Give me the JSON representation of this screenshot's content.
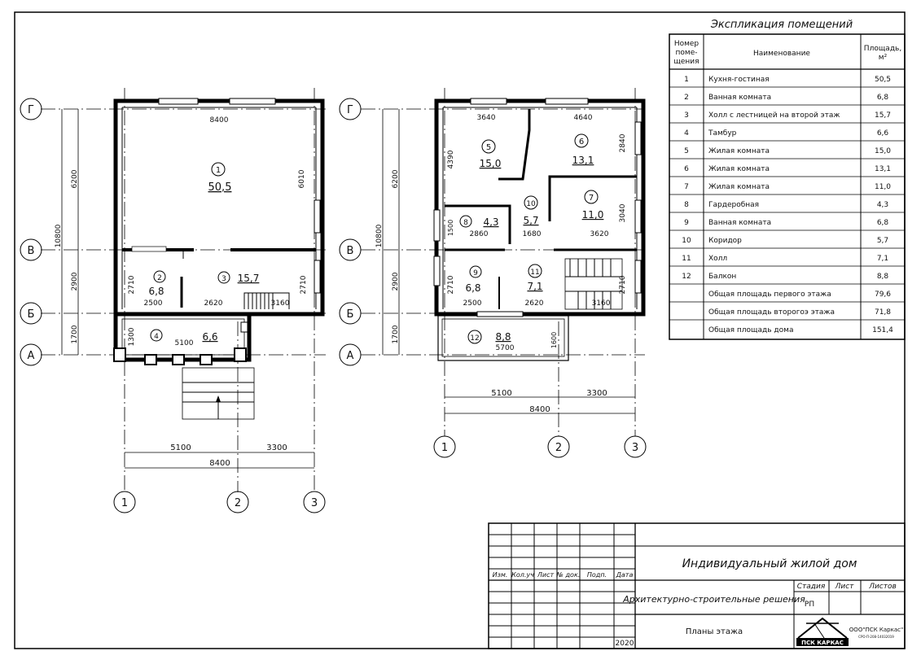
{
  "drawing": {
    "axes_letters": [
      "Г",
      "В",
      "Б",
      "А"
    ],
    "axes_numbers": [
      "1",
      "2",
      "3"
    ]
  },
  "plan1": {
    "rooms": [
      {
        "num": "1",
        "area": "50,5"
      },
      {
        "num": "2",
        "area": "6,8"
      },
      {
        "num": "3",
        "area": "15,7"
      },
      {
        "num": "4",
        "area": "6,6"
      }
    ],
    "dims": {
      "top": "8400",
      "inner_right": "6010",
      "left_inner1": "2710",
      "right_inner1": "2710",
      "w2": "2500",
      "w3": "2620",
      "w3b": "3160",
      "tambur_w": "5100",
      "tambur_h": "1300",
      "left_1": "6200",
      "left_2": "2900",
      "left_3": "1700",
      "left_total": "10800",
      "bottom_1": "5100",
      "bottom_2": "3300",
      "bottom_total": "8400"
    }
  },
  "plan2": {
    "rooms": [
      {
        "num": "5",
        "area": "15,0"
      },
      {
        "num": "6",
        "area": "13,1"
      },
      {
        "num": "7",
        "area": "11,0"
      },
      {
        "num": "8",
        "area": "4,3"
      },
      {
        "num": "9",
        "area": "6,8"
      },
      {
        "num": "10",
        "area": "5,7"
      },
      {
        "num": "11",
        "area": "7,1"
      },
      {
        "num": "12",
        "area": "8,8"
      }
    ],
    "dims": {
      "top_1": "3640",
      "top_2": "4640",
      "r6": "2840",
      "r7": "3040",
      "l5": "4390",
      "l8": "1500",
      "w8": "2860",
      "w10": "1680",
      "w7": "3620",
      "l9": "2710",
      "r11": "2710",
      "w9": "2500",
      "w11": "2620",
      "w11b": "3160",
      "balc_w": "5700",
      "balc_h": "1600",
      "left_1": "6200",
      "left_2": "2900",
      "left_3": "1700",
      "left_total": "10800",
      "bottom_1": "5100",
      "bottom_2": "3300",
      "bottom_total": "8400"
    }
  },
  "table": {
    "title": "Экспликация помещений",
    "headers": [
      "Номер поме- щения",
      "Наименование",
      "Площадь, м²"
    ],
    "rows": [
      {
        "num": "1",
        "name": "Кухня-гостиная",
        "area": "50,5"
      },
      {
        "num": "2",
        "name": "Ванная комната",
        "area": "6,8"
      },
      {
        "num": "3",
        "name": "Холл с лестницей на второй этаж",
        "area": "15,7"
      },
      {
        "num": "4",
        "name": "Тамбур",
        "area": "6,6"
      },
      {
        "num": "5",
        "name": "Жилая комната",
        "area": "15,0"
      },
      {
        "num": "6",
        "name": "Жилая комната",
        "area": "13,1"
      },
      {
        "num": "7",
        "name": "Жилая комната",
        "area": "11,0"
      },
      {
        "num": "8",
        "name": "Гардеробная",
        "area": "4,3"
      },
      {
        "num": "9",
        "name": "Ванная комната",
        "area": "6,8"
      },
      {
        "num": "10",
        "name": "Коридор",
        "area": "5,7"
      },
      {
        "num": "11",
        "name": "Холл",
        "area": "7,1"
      },
      {
        "num": "12",
        "name": "Балкон",
        "area": "8,8"
      },
      {
        "num": "",
        "name": "Общая площадь первого этажа",
        "area": "79,6"
      },
      {
        "num": "",
        "name": "Общая площадь второгоэ этажа",
        "area": "71,8"
      },
      {
        "num": "",
        "name": "Общая площадь дома",
        "area": "151,4"
      }
    ]
  },
  "stamp": {
    "cols": [
      "Изм.",
      "Кол.уч",
      "Лист",
      "№ док.",
      "Подп.",
      "Дата"
    ],
    "project": "Индивидуальный жилой дом",
    "section": "Архитектурно-строительные решения",
    "sheet": "Планы этажа",
    "stage_label": "Стадия",
    "sheet_label": "Лист",
    "sheets_label": "Листов",
    "stage": "РП",
    "year": "2020",
    "logo": "ПСК КАРКАС",
    "company": "ООО\"ПСК Каркас\"",
    "company_sub": "СРО-П-208-14032019"
  }
}
